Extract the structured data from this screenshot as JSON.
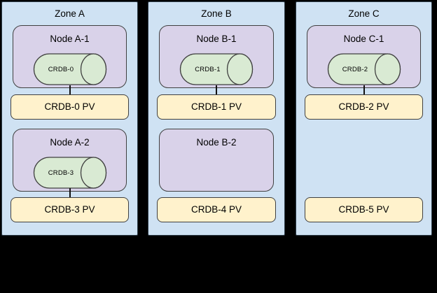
{
  "diagram": {
    "zones": [
      {
        "label": "Zone A",
        "rows": [
          {
            "node": "Node A-1",
            "db": "CRDB-0",
            "pv": "CRDB-0 PV"
          },
          {
            "node": "Node A-2",
            "db": "CRDB-3",
            "pv": "CRDB-3 PV"
          }
        ]
      },
      {
        "label": "Zone B",
        "rows": [
          {
            "node": "Node B-1",
            "db": "CRDB-1",
            "pv": "CRDB-1 PV"
          },
          {
            "node": "Node B-2",
            "db": null,
            "pv": "CRDB-4 PV"
          }
        ]
      },
      {
        "label": "Zone C",
        "rows": [
          {
            "node": "Node C-1",
            "db": "CRDB-2",
            "pv": "CRDB-2 PV"
          },
          {
            "node": null,
            "db": null,
            "pv": "CRDB-5 PV"
          }
        ]
      }
    ],
    "colors": {
      "background": "#000000",
      "zone_fill": "#cfe2f3",
      "zone_border": "#2e3d49",
      "node_fill": "#d9d2e9",
      "db_fill": "#d9ead3",
      "pv_fill": "#fff2cc",
      "border": "#404040",
      "connector": "#111111",
      "text": "#000000"
    }
  }
}
